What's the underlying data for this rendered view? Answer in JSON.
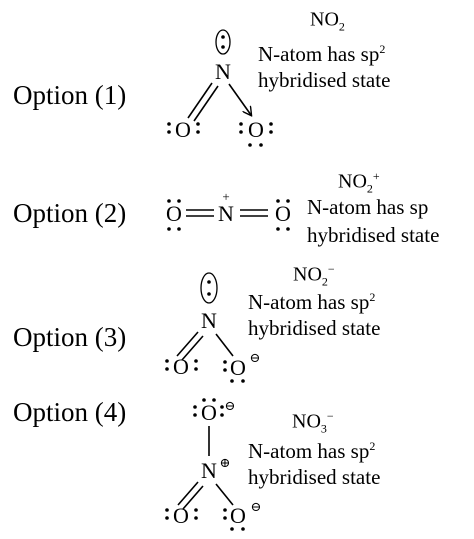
{
  "options": [
    {
      "label": "Option (1)",
      "formula": "NO",
      "formula_sub": "2",
      "formula_sup": "",
      "desc_line1": "N-atom has sp",
      "desc_sup": "2",
      "desc_line2": "hybridised state"
    },
    {
      "label": "Option (2)",
      "formula": "NO",
      "formula_sub": "2",
      "formula_sup": "+",
      "desc_line1": "N-atom has sp",
      "desc_sup": "",
      "desc_line2": "hybridised state"
    },
    {
      "label": "Option (3)",
      "formula": "NO",
      "formula_sub": "2",
      "formula_sup": "−",
      "desc_line1": "N-atom has sp",
      "desc_sup": "2",
      "desc_line2": "hybridised state"
    },
    {
      "label": "Option (4)",
      "formula": "NO",
      "formula_sub": "3",
      "formula_sup": "−",
      "desc_line1": "N-atom has sp",
      "desc_sup": "2",
      "desc_line2": "hybridised state"
    }
  ],
  "atoms": {
    "nitrogen": "N",
    "oxygen": "O",
    "plus": "+",
    "minus": "⊖",
    "plus_circled": "⊕"
  }
}
